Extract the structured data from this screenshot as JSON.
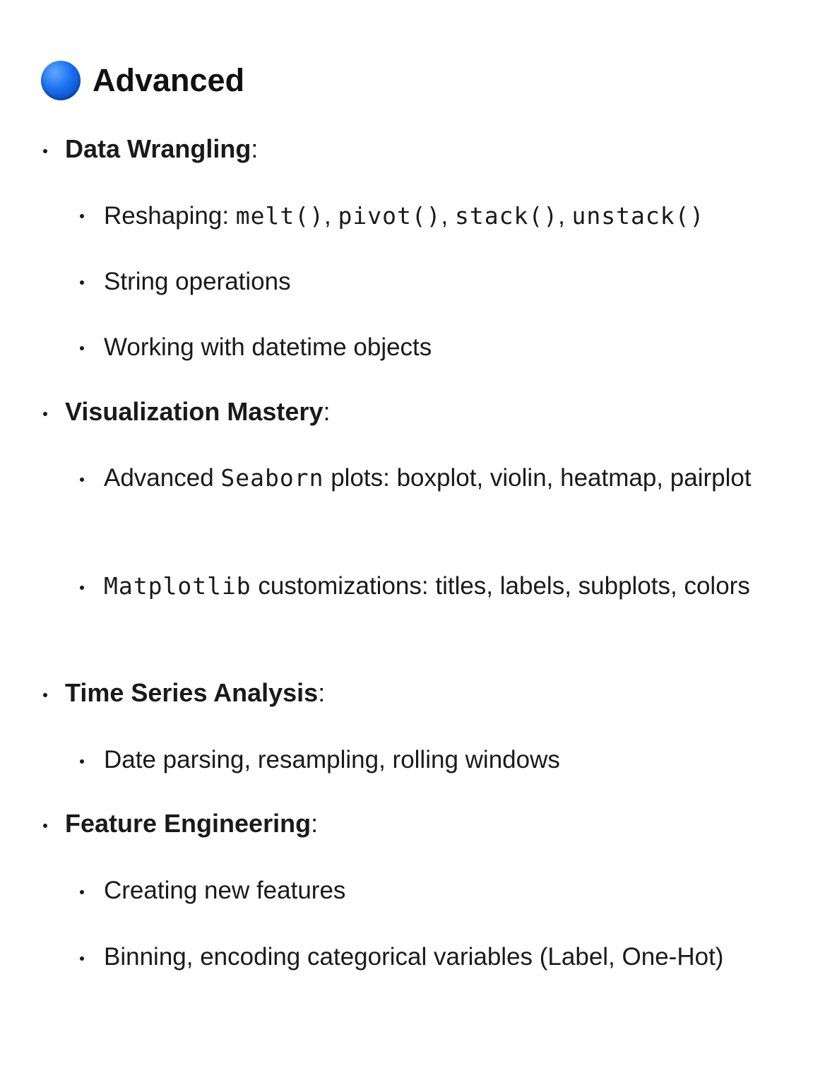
{
  "section": {
    "icon": "blue-circle-icon",
    "title": "Advanced"
  },
  "topics": [
    {
      "title": "Data Wrangling",
      "items": [
        {
          "prefix": "Reshaping: ",
          "code": [
            "melt()",
            "pivot()",
            "stack()",
            "unstack()"
          ],
          "sep": ", "
        },
        {
          "text": "String operations"
        },
        {
          "text": "Working with datetime objects"
        }
      ]
    },
    {
      "title": "Visualization Mastery",
      "items": [
        {
          "before": "Advanced ",
          "code": "Seaborn",
          "after": " plots: boxplot, violin, heatmap, pairplot"
        },
        {
          "before": "",
          "code": "Matplotlib",
          "after": " customizations: titles, labels, subplots, colors"
        }
      ]
    },
    {
      "title": "Time Series Analysis",
      "items": [
        {
          "text": "Date parsing, resampling, rolling windows"
        }
      ]
    },
    {
      "title": "Feature Engineering",
      "items": [
        {
          "text": "Creating new features"
        },
        {
          "text": "Binning, encoding categorical variables (Label, One-Hot)"
        }
      ]
    }
  ],
  "colon": ":",
  "comma": ", "
}
